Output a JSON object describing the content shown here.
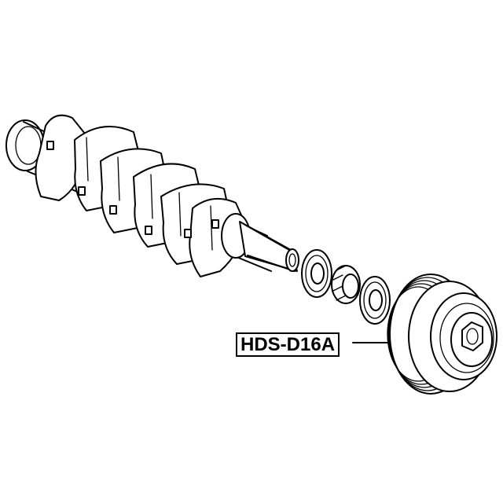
{
  "diagram": {
    "type": "exploded-parts-diagram",
    "background_color": "#ffffff",
    "line_color": "#000000",
    "components": [
      {
        "name": "crankshaft",
        "description": "Crankshaft with counterweights and journals"
      },
      {
        "name": "inner-washer",
        "description": "Washer / thrust plate"
      },
      {
        "name": "timing-sprocket",
        "description": "Crankshaft timing sprocket"
      },
      {
        "name": "outer-washer",
        "description": "Washer / thrust plate"
      },
      {
        "name": "crankshaft-pulley",
        "description": "Multi-groove crankshaft pulley with center bolt"
      }
    ],
    "callouts": [
      {
        "label": "HDS-D16A",
        "points_to": "crankshaft-pulley"
      }
    ]
  }
}
